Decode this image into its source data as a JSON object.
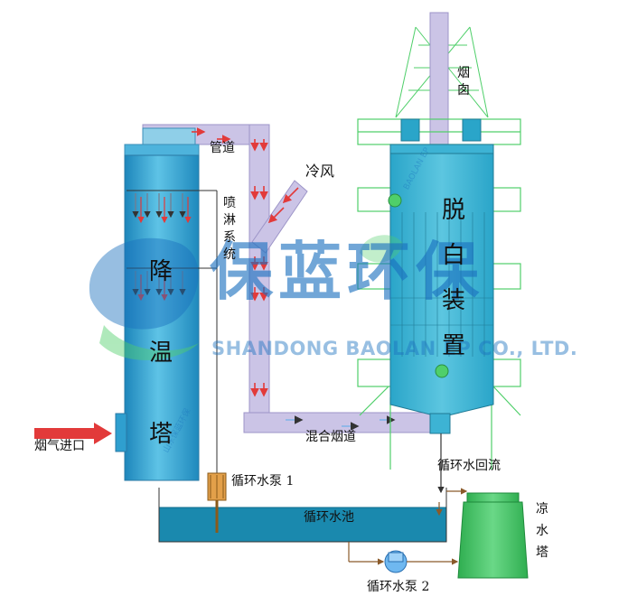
{
  "labels": {
    "chimney": "烟囱",
    "duct": "管道",
    "cold_air": "冷风",
    "spray_system": "喷淋系统",
    "cooling_tower_main": "降温塔",
    "decolor_device": "脱白装置",
    "mixed_flue": "混合烟道",
    "flue_gas_inlet": "烟气进口",
    "circ_pump_1": "循环水泵 1",
    "return_flow": "循环水回流",
    "water_pool": "循环水池",
    "cool_tower": "凉水塔",
    "circ_pump_2": "循环水泵 2"
  },
  "watermark": {
    "name": "保蓝环保",
    "en": "SHANDONG BAOLAN EP CO., LTD.",
    "small_en": "BAOLAN EP",
    "small_cn": "山东保蓝环保"
  },
  "colors": {
    "tower_blue": "#2f9fcf",
    "duct_lavender": "#cbc4e6",
    "frame_green": "#4fcf6a",
    "water_blue": "#1a89ae",
    "cool_tower_green": "#3fbf5e",
    "flow_arrow_red": "#e23a3a",
    "watermark_blue": "#1a70be"
  }
}
